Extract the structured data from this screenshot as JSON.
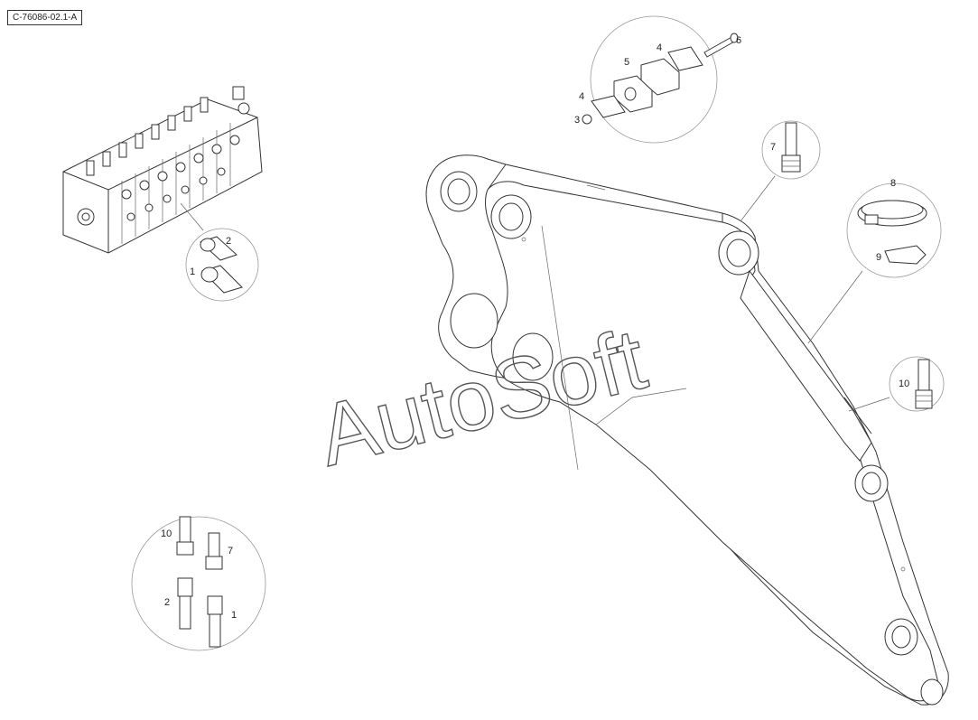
{
  "drawing": {
    "reference_code": "C-76086-02.1-A",
    "watermark": "AutoSoft"
  },
  "callouts": {
    "clamp_group": {
      "labels": [
        "6",
        "4",
        "5",
        "4",
        "3"
      ]
    },
    "fitting_top": {
      "labels": [
        "7"
      ]
    },
    "clamp_band": {
      "labels": [
        "8",
        "9"
      ]
    },
    "fitting_right": {
      "labels": [
        "10"
      ]
    },
    "valve_fittings": {
      "labels": [
        "2",
        "1"
      ]
    },
    "fitting_set": {
      "labels": [
        "10",
        "7",
        "2",
        "1"
      ]
    }
  }
}
